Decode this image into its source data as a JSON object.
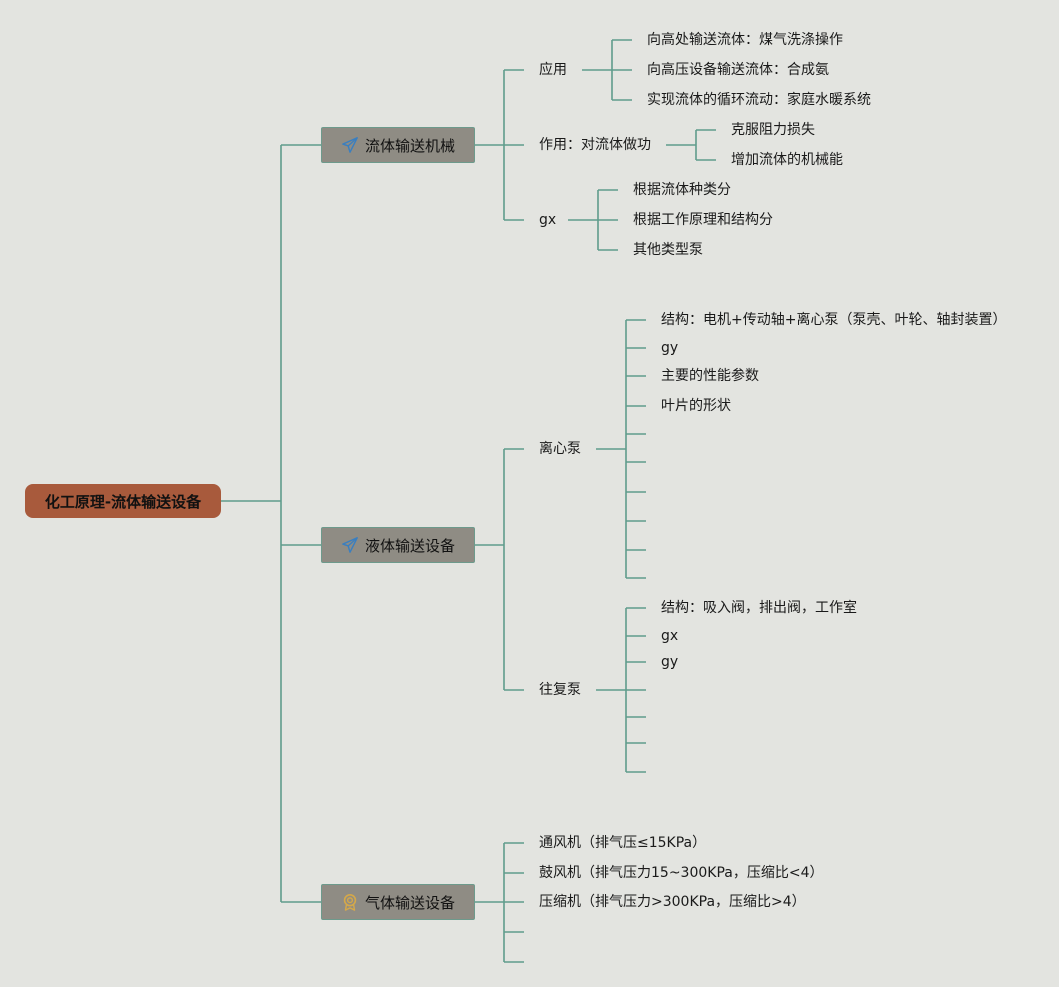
{
  "root": {
    "label": "化工原理-流体输送设备"
  },
  "branches": {
    "fluid_machinery": {
      "label": "流体输送机械",
      "icon": "paper-plane-icon",
      "children": {
        "application": {
          "label": "应用",
          "items": [
            "向高处输送流体：煤气洗涤操作",
            "向高压设备输送流体：合成氨",
            "实现流体的循环流动：家庭水暖系统"
          ]
        },
        "function": {
          "label": "作用：对流体做功",
          "items": [
            "克服阻力损失",
            "增加流体的机械能"
          ]
        },
        "gx": {
          "label": "gx",
          "items": [
            "根据流体种类分",
            "根据工作原理和结构分",
            "其他类型泵"
          ]
        }
      }
    },
    "liquid_equipment": {
      "label": "液体输送设备",
      "icon": "paper-plane-icon",
      "children": {
        "centrifugal": {
          "label": "离心泵",
          "items": [
            "结构：电机+传动轴+离心泵（泵壳、叶轮、轴封装置）",
            "gy",
            "主要的性能参数",
            "叶片的形状"
          ]
        },
        "reciprocating": {
          "label": "往复泵",
          "items": [
            "结构：吸入阀，排出阀，工作室",
            "gx",
            "gy"
          ]
        }
      }
    },
    "gas_equipment": {
      "label": "气体输送设备",
      "icon": "award-ribbon-icon",
      "items": [
        "通风机（排气压≤15KPa）",
        "鼓风机（排气压力15~300KPa，压缩比<4）",
        "压缩机（排气压力>300KPa，压缩比>4）"
      ]
    }
  },
  "colors": {
    "background": "#e3e4e0",
    "root_fill": "#a85a3c",
    "branch_fill": "#8f8c84",
    "connector": "#5f9c8c",
    "plane_icon": "#3a7fc0",
    "award_icon": "#d4a84a"
  }
}
